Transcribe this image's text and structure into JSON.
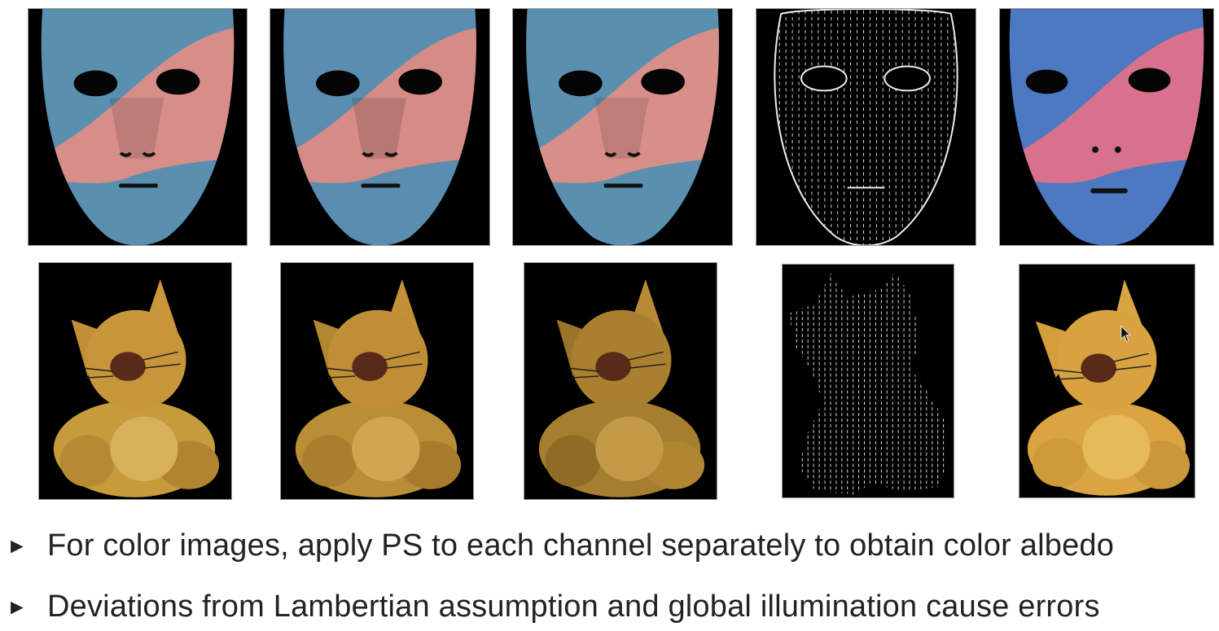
{
  "figure": {
    "rows": [
      {
        "subject": "mask",
        "panels": [
          {
            "kind": "input-image"
          },
          {
            "kind": "input-image"
          },
          {
            "kind": "input-image"
          },
          {
            "kind": "normal-needle-map"
          },
          {
            "kind": "color-albedo"
          }
        ]
      },
      {
        "subject": "cat",
        "panels": [
          {
            "kind": "input-image"
          },
          {
            "kind": "input-image"
          },
          {
            "kind": "input-image"
          },
          {
            "kind": "normal-needle-map"
          },
          {
            "kind": "color-albedo"
          }
        ]
      }
    ],
    "colors": {
      "mask_blue": "#5b8fb0",
      "mask_pink": "#d88e88",
      "albedo_blue": "#4d78c2",
      "albedo_pink": "#d8728c",
      "cat_yellow": "#c89a3a",
      "cat_nose": "#5a2a18"
    }
  },
  "bullets": [
    {
      "marker": "►",
      "text": "For color images, apply PS to each channel separately to obtain color albedo"
    },
    {
      "marker": "►",
      "text": "Deviations from Lambertian assumption and global illumination cause errors"
    }
  ]
}
